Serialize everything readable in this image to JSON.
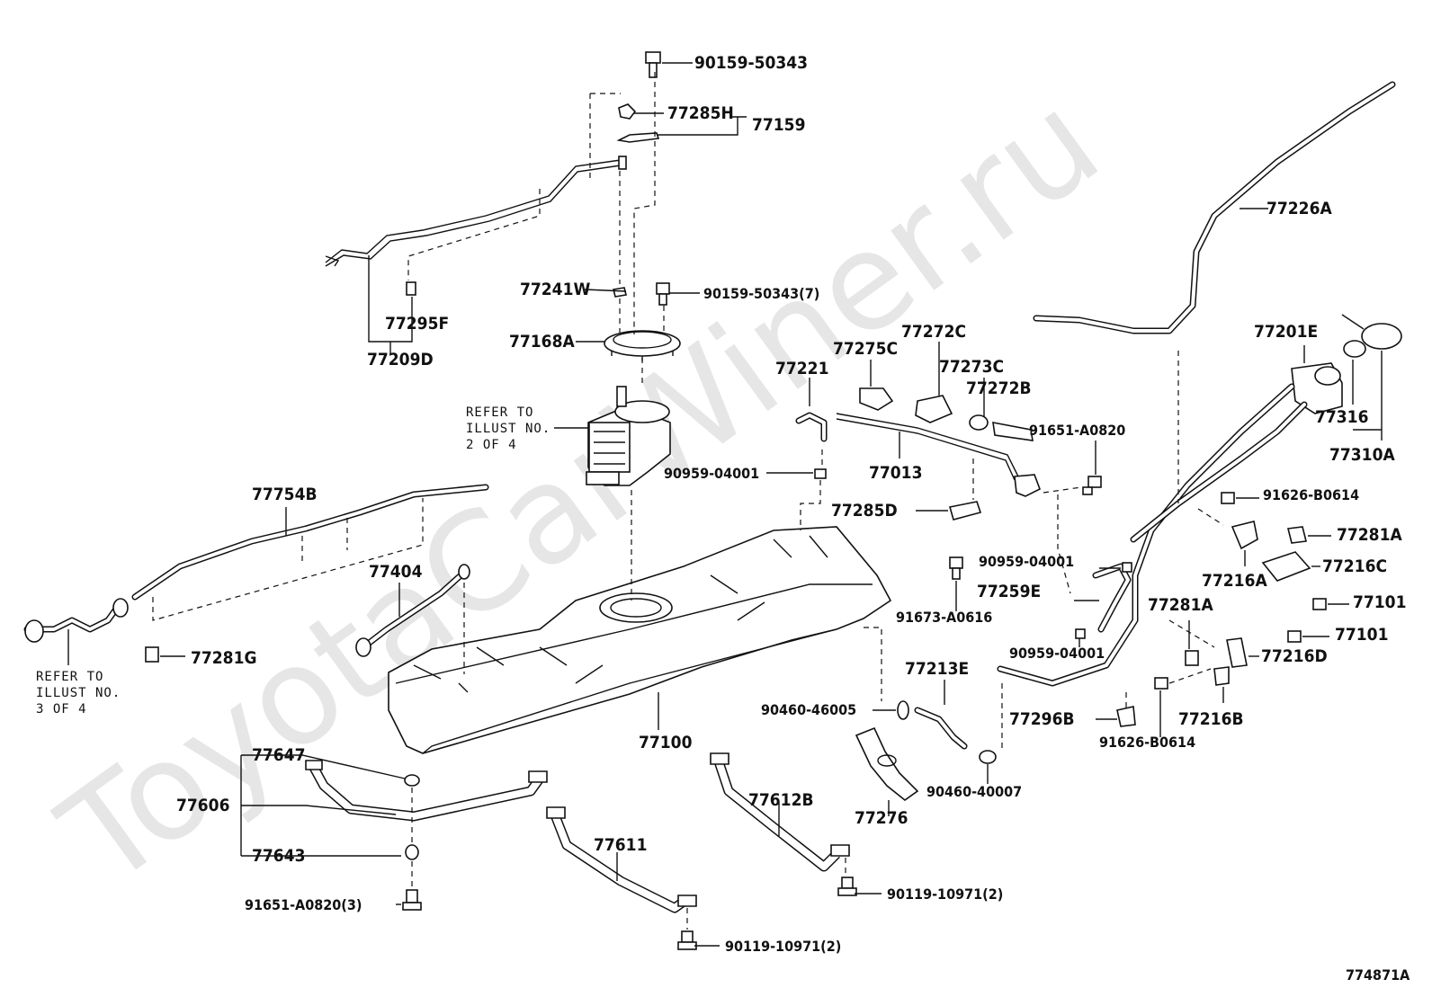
{
  "watermark": "ToyotaCarWiner.ru",
  "illustration_id": "774871A",
  "notes": {
    "refer_2_of_4": [
      "REFER TO",
      "ILLUST NO.",
      "2 OF 4"
    ],
    "refer_3_of_4": [
      "REFER TO",
      "ILLUST NO.",
      "3 OF 4"
    ]
  },
  "parts": {
    "p90159_50343": "90159-50343",
    "p77285H": "77285H",
    "p77159": "77159",
    "p77226A": "77226A",
    "p77241W": "77241W",
    "p90159_50343_7": "90159-50343(7)",
    "p77295F": "77295F",
    "p77209D": "77209D",
    "p77168A": "77168A",
    "p77275C": "77275C",
    "p77272C": "77272C",
    "p77221": "77221",
    "p77273C": "77273C",
    "p77272B": "77272B",
    "p77201E": "77201E",
    "p91651_A0820": "91651-A0820",
    "p77316": "77316",
    "p77310A": "77310A",
    "p90959_04001_a": "90959-04001",
    "p77013": "77013",
    "p91626_B0614_a": "91626-B0614",
    "p77754B": "77754B",
    "p77285D": "77285D",
    "p77281A_a": "77281A",
    "p90959_04001_b": "90959-04001",
    "p77216A": "77216A",
    "p77216C": "77216C",
    "p77404": "77404",
    "p77259E": "77259E",
    "p77101_a": "77101",
    "p91673_A0616": "91673-A0616",
    "p77281A_b": "77281A",
    "p77101_b": "77101",
    "p77281G": "77281G",
    "p90959_04001_c": "90959-04001",
    "p77216D": "77216D",
    "p77213E": "77213E",
    "p90460_46005": "90460-46005",
    "p77296B": "77296B",
    "p77216B": "77216B",
    "p91626_B0614_b": "91626-B0614",
    "p77100": "77100",
    "p77647": "77647",
    "p90460_40007": "90460-40007",
    "p77606": "77606",
    "p77612B": "77612B",
    "p77276": "77276",
    "p77611": "77611",
    "p77643": "77643",
    "p90119_10971_a": "90119-10971(2)",
    "p91651_A0820_3": "91651-A0820(3)",
    "p90119_10971_b": "90119-10971(2)"
  }
}
